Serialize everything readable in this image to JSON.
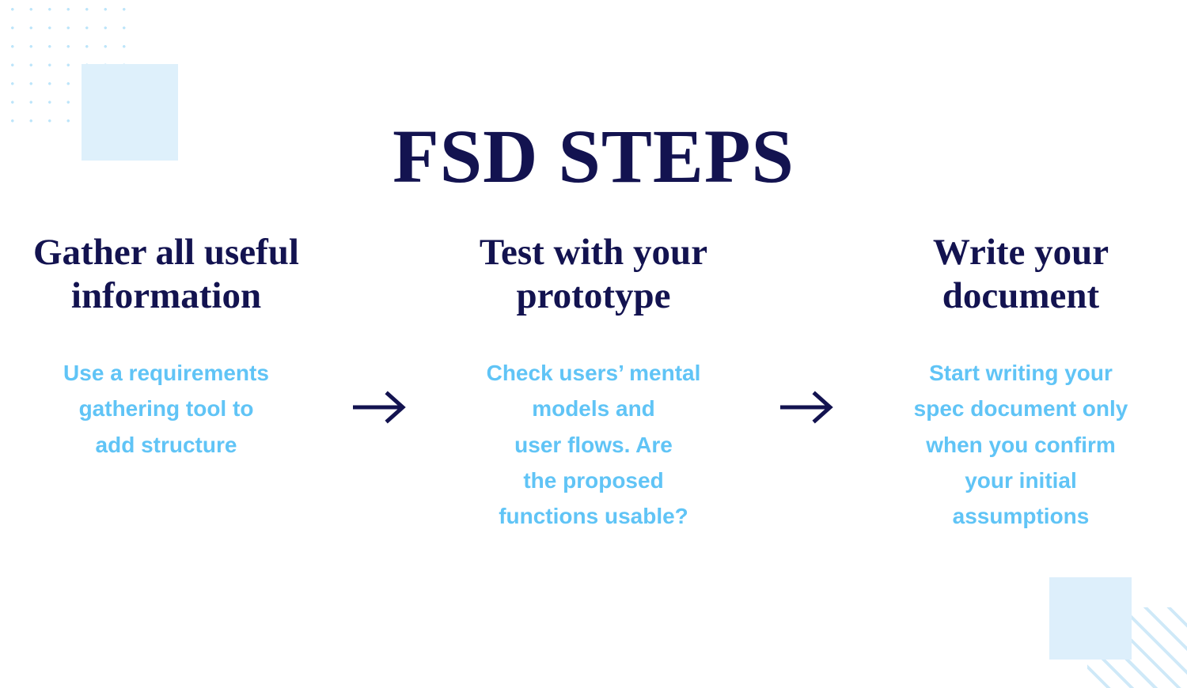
{
  "slide": {
    "title": "FSD STEPS",
    "background_color": "#ffffff",
    "navy": "#131350",
    "light_blue": "#60c4f6",
    "pale_blue": "#ddeffb"
  },
  "steps": [
    {
      "heading": "Gather all useful information",
      "body": "Use a requirements\ngathering tool to\nadd structure"
    },
    {
      "heading": "Test with your prototype",
      "body": "Check users’ mental\nmodels and\nuser flows. Are\nthe proposed\nfunctions usable?"
    },
    {
      "heading": "Write your document",
      "body": "Start writing your\nspec document only\nwhen you confirm\nyour initial\nassumptions"
    }
  ],
  "connectors": [
    {
      "icon": "arrow-right-icon"
    },
    {
      "icon": "arrow-right-icon"
    }
  ],
  "decorations": [
    {
      "name": "dot-grid-pattern",
      "color": "#bde5fa"
    },
    {
      "name": "square-top-left",
      "color": "#def0fb"
    },
    {
      "name": "square-bottom-right",
      "color": "#ddeffb"
    },
    {
      "name": "diagonal-stripes-bottom-right",
      "color": "#cfe9f8"
    }
  ]
}
